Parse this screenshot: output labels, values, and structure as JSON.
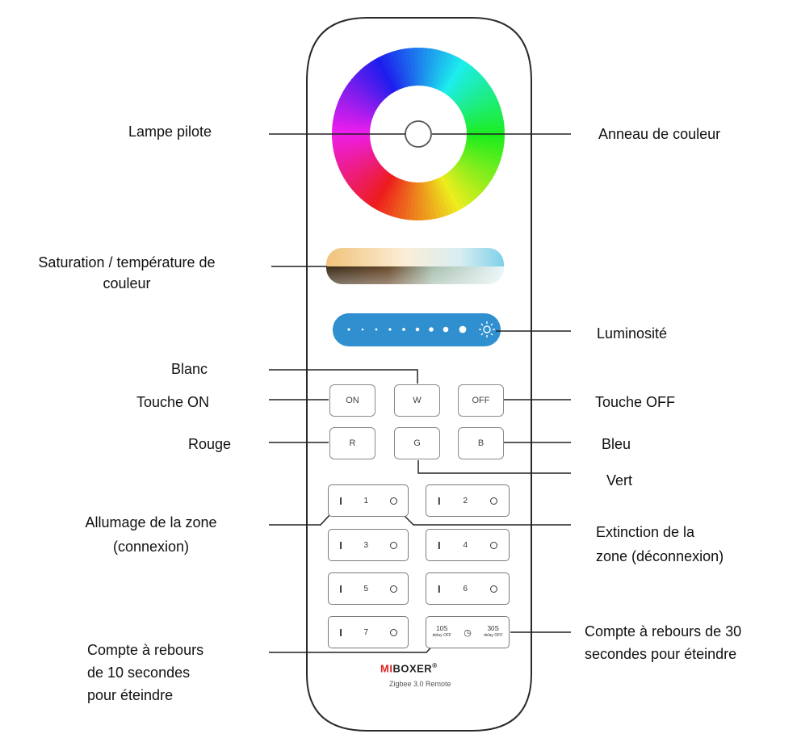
{
  "labels": {
    "pilot_lamp": "Lampe pilote",
    "color_ring": "Anneau de couleur",
    "saturation_line1": "Saturation / température de",
    "saturation_line2": "couleur",
    "brightness": "Luminosité",
    "white": "Blanc",
    "on_key": "Touche ON",
    "off_key": "Touche OFF",
    "red": "Rouge",
    "blue": "Bleu",
    "green": "Vert",
    "zone_on_line1": "Allumage de la zone",
    "zone_on_line2": "(connexion)",
    "zone_off_line1": "Extinction de la",
    "zone_off_line2": "zone (déconnexion)",
    "countdown10_line1": "Compte à rebours",
    "countdown10_line2": "de 10 secondes",
    "countdown10_line3": "pour éteindre",
    "countdown30_line1": "Compte à rebours de 30",
    "countdown30_line2": "secondes pour éteindre"
  },
  "remote": {
    "buttons": {
      "on": "ON",
      "white": "W",
      "off": "OFF",
      "red": "R",
      "green": "G",
      "blue": "B"
    },
    "zones": [
      "1",
      "2",
      "3",
      "4",
      "5",
      "6",
      "7"
    ],
    "timer_10": "10S",
    "timer_10_sub": "delay OFF",
    "timer_30": "30S",
    "timer_30_sub": "delay OFF",
    "brand_accent": "MI",
    "brand_rest": "BOXER",
    "brand_mark": "®",
    "model": "Zigbee 3.0 Remote"
  },
  "colors": {
    "brightness_bar": "#2f8fcf",
    "leader_line": "#222222",
    "brand_red": "#d22222"
  }
}
